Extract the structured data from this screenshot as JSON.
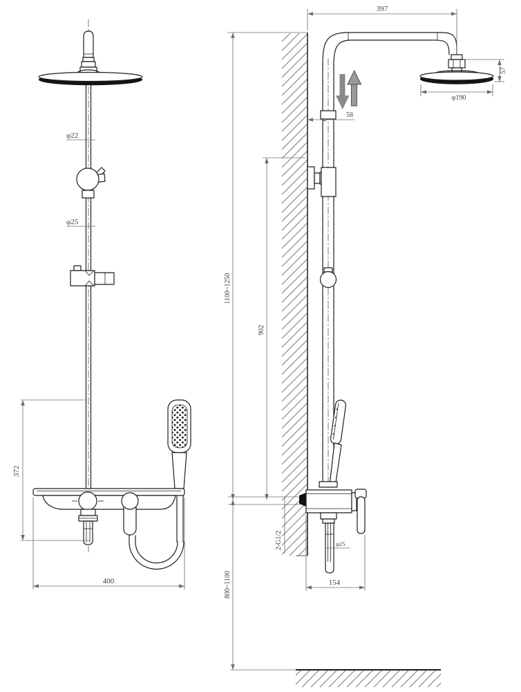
{
  "drawing_type": "shower-column-technical-drawing",
  "front_view": {
    "dim_rod_upper_dia": "φ22",
    "dim_rod_lower_dia": "φ25",
    "dim_lower_assembly_height": "372",
    "dim_overall_width": "400"
  },
  "side_view": {
    "dim_arm_reach": "397",
    "dim_head_drop": "57",
    "dim_head_dia": "φ190",
    "dim_wall_offset": "58",
    "dim_riser_height": "902",
    "dim_column_height_range": "1100~1250",
    "dim_install_height_range": "800~1100",
    "dim_inlet_thread": "2-G1/2",
    "dim_spout_dia": "φ25",
    "dim_body_depth": "154"
  },
  "colors": {
    "object_line": "#1c1c1c",
    "dimension_line": "#6f6f6f",
    "adjust_arrow_gray": "#8a8a8a",
    "background": "#ffffff"
  }
}
